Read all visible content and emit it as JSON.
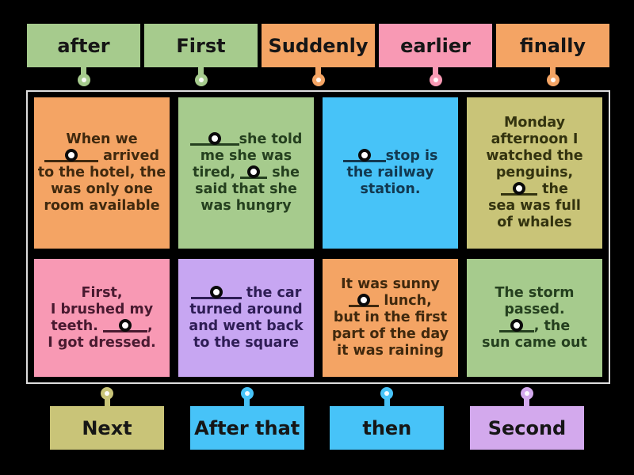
{
  "activity": {
    "type": "missing-word-match",
    "background": "#000000",
    "board_border_color": "#dedede",
    "target_icon": "drop-target-circle",
    "pin_icon": "connector-pin"
  },
  "colors": {
    "green": "#a6cb8d",
    "orange": "#f4a464",
    "pink": "#f899b4",
    "blue": "#47c3f8",
    "olive": "#c9c478",
    "purple": "#c7a6f2",
    "purple_light": "#d3a9ed"
  },
  "top_labels": [
    {
      "text": "after",
      "color": "green"
    },
    {
      "text": "First",
      "color": "green"
    },
    {
      "text": "Suddenly",
      "color": "orange"
    },
    {
      "text": "earlier",
      "color": "pink"
    },
    {
      "text": "finally",
      "color": "orange"
    }
  ],
  "bottom_labels": [
    {
      "text": "Next",
      "color": "olive"
    },
    {
      "text": "After that",
      "color": "blue"
    },
    {
      "text": "then",
      "color": "blue"
    },
    {
      "text": "Second",
      "color": "purple_light"
    }
  ],
  "cards": [
    {
      "color": "orange",
      "text_color": "#40290e",
      "lines": [
        [
          {
            "t": "When we"
          }
        ],
        [
          {
            "b": 68
          },
          {
            "t": " arrived"
          }
        ],
        [
          {
            "t": "to the hotel, the"
          }
        ],
        [
          {
            "t": "was only one"
          }
        ],
        [
          {
            "t": "room available"
          }
        ]
      ]
    },
    {
      "color": "green",
      "text_color": "#25401f",
      "lines": [
        [
          {
            "b": 62
          },
          {
            "t": "she told"
          }
        ],
        [
          {
            "t": "me she was"
          }
        ],
        [
          {
            "t": "tired, "
          },
          {
            "b": 34
          },
          {
            "t": " she"
          }
        ],
        [
          {
            "t": "said that she"
          }
        ],
        [
          {
            "t": "was hungry"
          }
        ]
      ]
    },
    {
      "color": "blue",
      "text_color": "#123951",
      "lines": [
        [
          {
            "b": 54
          },
          {
            "t": "stop is"
          }
        ],
        [
          {
            "t": "the railway"
          }
        ],
        [
          {
            "t": "station."
          }
        ]
      ]
    },
    {
      "color": "olive",
      "text_color": "#33330f",
      "lines": [
        [
          {
            "t": "Monday"
          }
        ],
        [
          {
            "t": "afternoon I"
          }
        ],
        [
          {
            "t": "watched the"
          }
        ],
        [
          {
            "t": "penguins,"
          }
        ],
        [
          {
            "b": 46
          },
          {
            "t": " the"
          }
        ],
        [
          {
            "t": "sea was full"
          }
        ],
        [
          {
            "t": "of whales"
          }
        ]
      ]
    },
    {
      "color": "pink",
      "text_color": "#491a30",
      "lines": [
        [
          {
            "t": "First,"
          }
        ],
        [
          {
            "t": "I brushed my"
          }
        ],
        [
          {
            "t": "teeth. "
          },
          {
            "b": 56
          },
          {
            "t": ","
          }
        ],
        [
          {
            "t": "I got dressed."
          }
        ]
      ]
    },
    {
      "color": "purple",
      "text_color": "#2e1d55",
      "lines": [
        [
          {
            "b": 64
          },
          {
            "t": " the car"
          }
        ],
        [
          {
            "t": "turned around"
          }
        ],
        [
          {
            "t": "and went back"
          }
        ],
        [
          {
            "t": "to the square"
          }
        ]
      ]
    },
    {
      "color": "orange",
      "text_color": "#40290e",
      "lines": [
        [
          {
            "t": "It was sunny"
          }
        ],
        [
          {
            "b": 38
          },
          {
            "t": " lunch,"
          }
        ],
        [
          {
            "t": "but in the first"
          }
        ],
        [
          {
            "t": "part of the day"
          }
        ],
        [
          {
            "t": "it was raining"
          }
        ]
      ]
    },
    {
      "color": "green",
      "text_color": "#25401f",
      "lines": [
        [
          {
            "t": "The storm"
          }
        ],
        [
          {
            "t": "passed."
          }
        ],
        [
          {
            "b": 44
          },
          {
            "t": ", the"
          }
        ],
        [
          {
            "t": "sun came out"
          }
        ]
      ]
    }
  ]
}
